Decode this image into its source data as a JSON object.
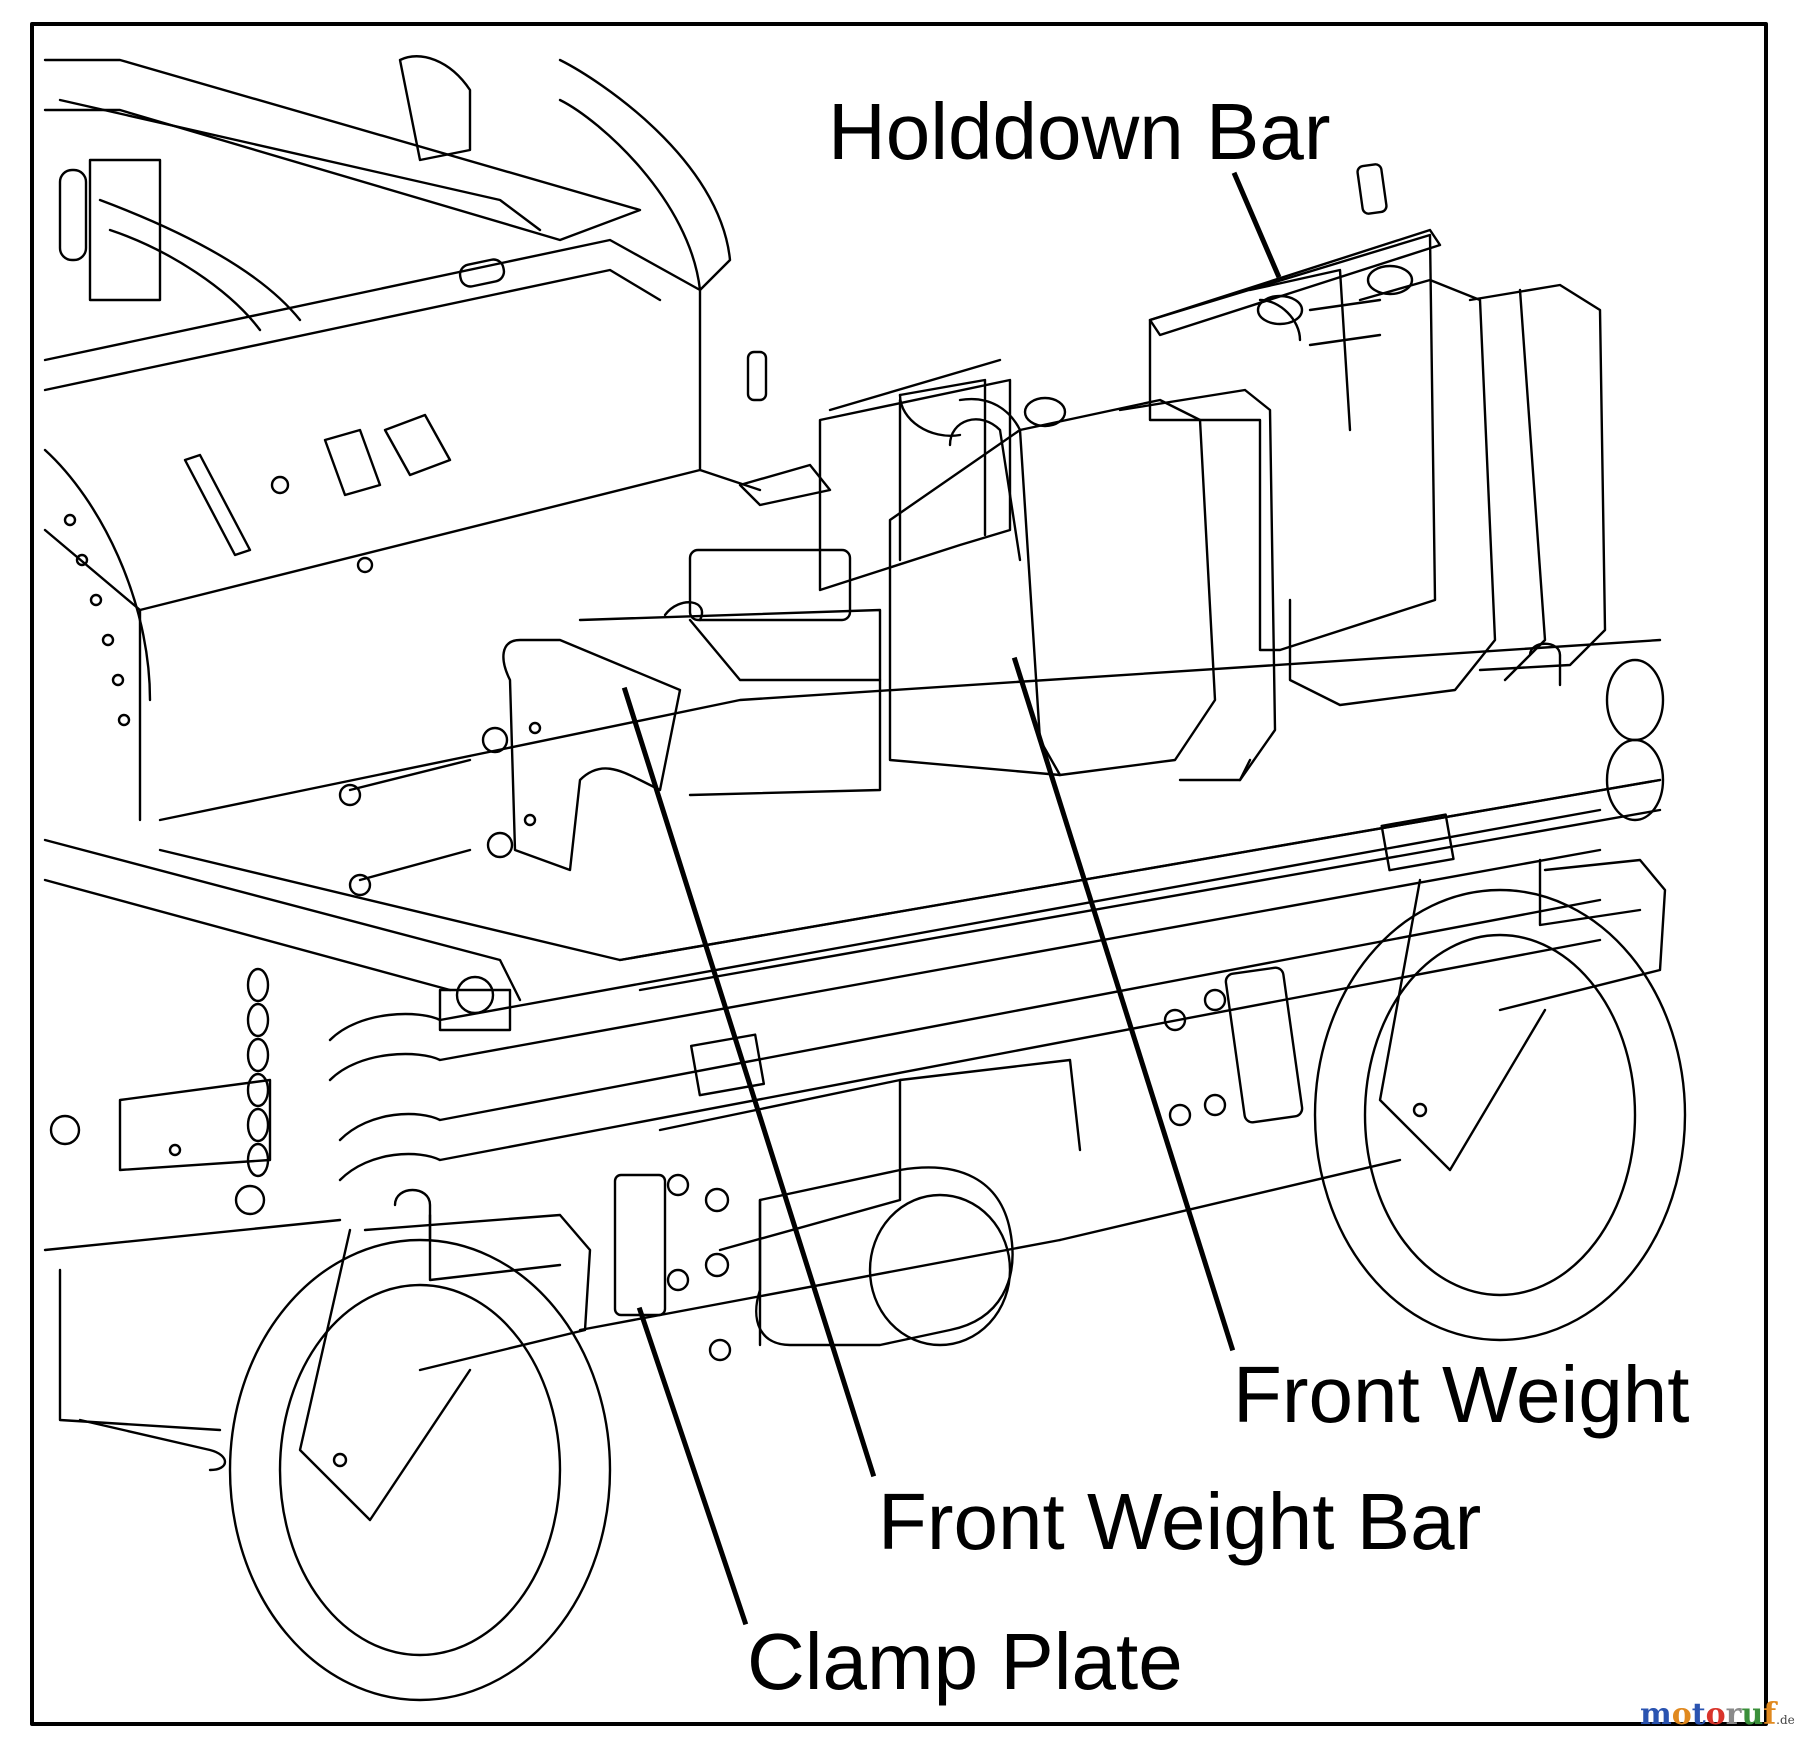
{
  "labels": {
    "holddown_bar": "Holddown Bar",
    "front_weight": "Front Weight",
    "front_weight_bar": "Front Weight Bar",
    "clamp_plate": "Clamp Plate"
  },
  "watermark": {
    "letters": [
      "m",
      "o",
      "t",
      "o",
      "r",
      "u",
      "f"
    ],
    "suffix": ".de",
    "colors": [
      "#2a53b0",
      "#e0891f",
      "#2a53b0",
      "#d9342b",
      "#8a8a8a",
      "#3a8f3a",
      "#e0891f"
    ]
  },
  "colors": {
    "line": "#000000",
    "background": "#ffffff"
  }
}
